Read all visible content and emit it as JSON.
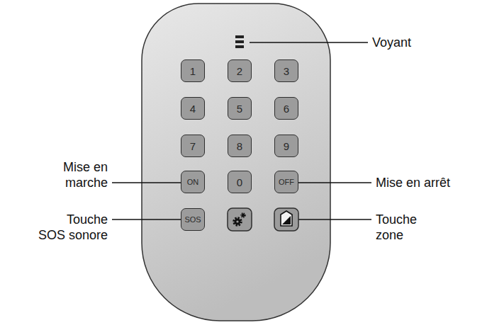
{
  "diagram": {
    "nodes": [
      {
        "text": [
          "1"
        ]
      },
      {
        "text": [
          "2"
        ]
      },
      {
        "text": [
          "3"
        ]
      },
      {
        "text": [
          "4"
        ]
      },
      {
        "text": [
          "5"
        ]
      },
      {
        "text": [
          "6"
        ]
      },
      {
        "text": [
          "7"
        ]
      },
      {
        "text": [
          "8"
        ]
      },
      {
        "text": [
          "9"
        ]
      },
      {
        "text": [
          "ON"
        ]
      },
      {
        "text": [
          "0"
        ]
      },
      {
        "text": [
          "OFF"
        ]
      },
      {
        "text": [
          "SOS"
        ]
      }
    ],
    "labels": [
      "Voyant",
      "Mise en marche",
      "Mise en arrêt",
      "Touche SOS sonore",
      "Touche zone"
    ]
  }
}
